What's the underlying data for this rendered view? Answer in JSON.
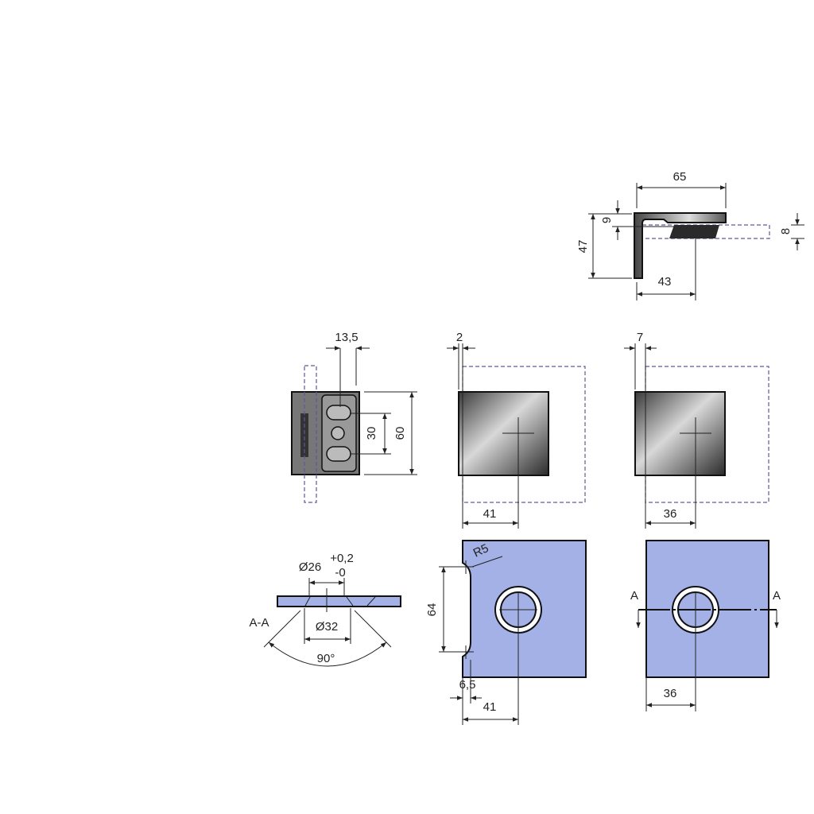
{
  "colors": {
    "plate": "#a4b1e6",
    "outline": "#111111",
    "glass": "#5a5a9a"
  },
  "top_view": {
    "d65": "65",
    "d9": "9",
    "d47": "47",
    "d8": "8",
    "d43": "43"
  },
  "side_view": {
    "d13_5": "13,5",
    "d30": "30",
    "d60": "60"
  },
  "front_view_1": {
    "d2": "2",
    "d41": "41"
  },
  "front_view_2": {
    "d7": "7",
    "d36": "36"
  },
  "back_view_1": {
    "r5": "R5",
    "d64": "64",
    "d6_5": "6,5",
    "d41": "41"
  },
  "back_view_2": {
    "section_left": "A",
    "section_right": "A",
    "d36": "36"
  },
  "section": {
    "label": "A-A",
    "d26": "Ø26",
    "tol_plus": "+0,2",
    "tol_minus": "-0",
    "d32": "Ø32",
    "angle": "90°"
  }
}
